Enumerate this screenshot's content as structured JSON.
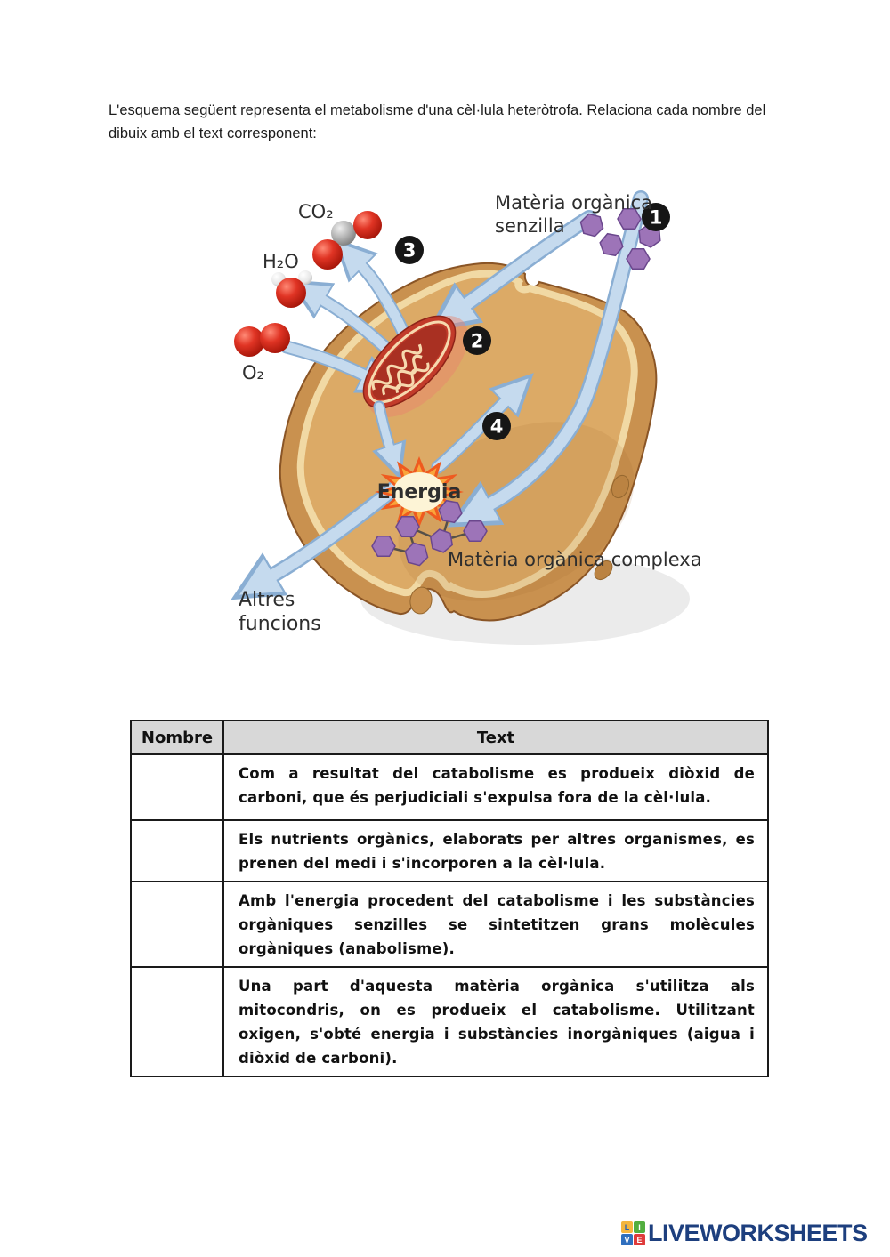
{
  "page": {
    "intro": "L'esquema següent representa el metabolisme d'una cèl·lula heteròtrofa. Relaciona cada nombre del dibuix amb el text corresponent:"
  },
  "diagram": {
    "labels": {
      "co2": "CO₂",
      "h2o": "H₂O",
      "o2": "O₂",
      "senzilla_1": "Matèria orgànica",
      "senzilla_2": "senzilla",
      "energia": "Energia",
      "complexa": "Matèria orgànica complexa",
      "altres_1": "Altres",
      "altres_2": "funcions"
    },
    "numbers": [
      "1",
      "2",
      "3",
      "4"
    ],
    "colors": {
      "cell_wall": "#c9914f",
      "cytoplasm": "#dcaa66",
      "membrane": "#f1d9a4",
      "outline": "#8a5526",
      "arrow_light": "#c5daee",
      "arrow_dark": "#8aaed3",
      "mitochondrion_red": "#c23b2a",
      "cristae_cream": "#f6d9ae",
      "molecule_red": "#d42a1e",
      "molecule_gray": "#aeaeae",
      "molecule_white": "#f2f2f2",
      "hexagon_purple": "#9d74b8",
      "burst_outer": "#ef5a1f",
      "burst_mid": "#f9a53b",
      "burst_center": "#fdf4d6",
      "badge_black": "#161616"
    }
  },
  "table": {
    "headers": {
      "nombre": "Nombre",
      "text": "Text"
    },
    "rows": [
      "Com a resultat del catabolisme es produeix diòxid de carboni, que és perjudiciali s'expulsa fora de la cèl·lula.",
      "Els nutrients orgànics, elaborats per altres organismes, es prenen del medi i s'incorporen a la cèl·lula.",
      "Amb l'energia procedent del catabolisme i les substàncies orgàniques senzilles se sintetitzen grans molècules orgàniques (anabolisme).",
      "Una part d'aquesta matèria orgànica s'utilitza als mitocondris, on es produeix el catabolisme. Utilitzant oxigen, s'obté energia i substàncies inorgàniques (aigua i diòxid de carboni)."
    ]
  },
  "footer": {
    "brand": "LIVEWORKSHEETS",
    "tiles": [
      "L",
      "I",
      "V",
      "E"
    ]
  }
}
